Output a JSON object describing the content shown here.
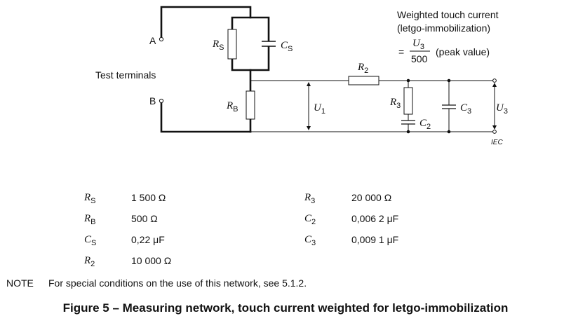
{
  "diagram": {
    "terminal_a": "A",
    "terminal_b": "B",
    "test_terminals": "Test terminals",
    "rs": {
      "sym": "R",
      "sub": "S"
    },
    "cs": {
      "sym": "C",
      "sub": "S"
    },
    "rb": {
      "sym": "R",
      "sub": "B"
    },
    "r2": {
      "sym": "R",
      "sub": "2"
    },
    "r3": {
      "sym": "R",
      "sub": "3"
    },
    "c2": {
      "sym": "C",
      "sub": "2"
    },
    "c3": {
      "sym": "C",
      "sub": "3"
    },
    "u1": {
      "sym": "U",
      "sub": "1"
    },
    "u3": {
      "sym": "U",
      "sub": "3"
    },
    "iec": "IEC",
    "formula": {
      "line1": "Weighted touch current",
      "line2": "(letgo-immobilization)",
      "equals": "=",
      "num_sym": "U",
      "num_sub": "3",
      "den": "500",
      "peak": "(peak value)"
    }
  },
  "values_left": [
    {
      "sym": "R",
      "sub": "S",
      "value": "1 500 Ω"
    },
    {
      "sym": "R",
      "sub": "B",
      "value": "500 Ω"
    },
    {
      "sym": "C",
      "sub": "S",
      "value": "0,22 μF"
    },
    {
      "sym": "R",
      "sub": "2",
      "value": "10 000 Ω"
    }
  ],
  "values_right": [
    {
      "sym": "R",
      "sub": "3",
      "value": "20 000 Ω"
    },
    {
      "sym": "C",
      "sub": "2",
      "value": "0,006 2 μF"
    },
    {
      "sym": "C",
      "sub": "3",
      "value": "0,009 1 μF"
    }
  ],
  "note": {
    "prefix": "NOTE",
    "text": "For special conditions on the use of this network, see 5.1.2."
  },
  "caption": "Figure 5 – Measuring network, touch current weighted for letgo-immobilization"
}
